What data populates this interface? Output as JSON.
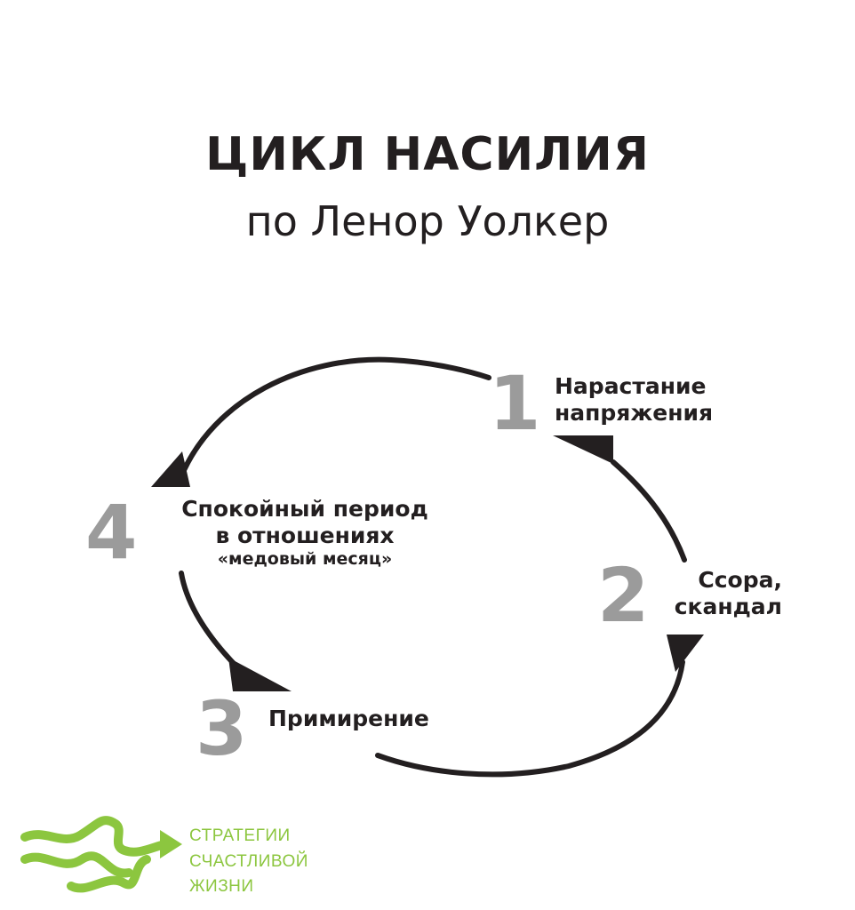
{
  "header": {
    "title": "ЦИКЛ НАСИЛИЯ",
    "subtitle": "по Ленор Уолкер"
  },
  "stages": [
    {
      "number": "1",
      "lines": [
        "Нарастание",
        "напряжения"
      ]
    },
    {
      "number": "2",
      "lines": [
        "Ссора,",
        "скандал"
      ]
    },
    {
      "number": "3",
      "lines": [
        "Примирение"
      ]
    },
    {
      "number": "4",
      "lines": [
        "Спокойный период",
        "в отношениях"
      ],
      "note": "«медовый месяц»"
    }
  ],
  "logo": {
    "lines": [
      "СТРАТЕГИИ",
      "СЧАСТЛИВОЙ",
      "ЖИЗНИ"
    ],
    "color": "#8cc63f"
  },
  "colors": {
    "text": "#231f20",
    "numbers": "#9b9b9b",
    "arrows": "#231f20"
  }
}
